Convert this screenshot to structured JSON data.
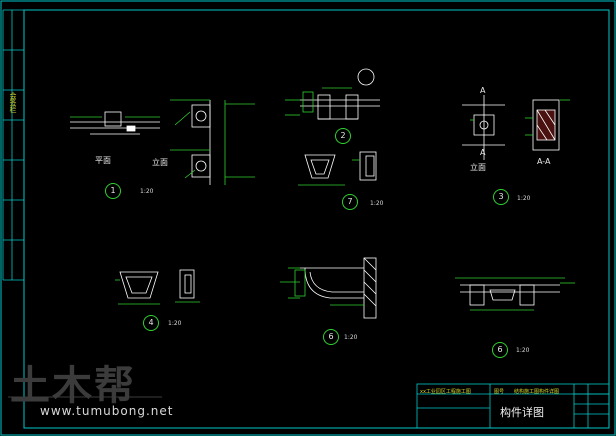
{
  "drawing": {
    "title_block_title": "构件详图",
    "title_block_project": "xx工业园区工程施工图",
    "title_block_subject": "结构施工图构件详图",
    "title_block_code": "图号",
    "side_label": "会签栏"
  },
  "details": [
    {
      "id": "d1",
      "number": "1",
      "scale": "1:20",
      "views": [
        "平面",
        "立面"
      ]
    },
    {
      "id": "d2",
      "number": "2",
      "scale": "",
      "views": []
    },
    {
      "id": "d3",
      "number": "3",
      "scale": "1:20",
      "views": [
        "立面",
        "A",
        "A",
        "A-A"
      ]
    },
    {
      "id": "d4",
      "number": "4",
      "scale": "1:20",
      "views": []
    },
    {
      "id": "d5",
      "number": "6",
      "scale": "1:20",
      "views": []
    },
    {
      "id": "d6",
      "number": "6",
      "scale": "1:20",
      "views": []
    },
    {
      "id": "d7",
      "number": "7",
      "scale": "1:20",
      "views": []
    }
  ],
  "watermark": {
    "brand": "土木帮",
    "url": "www.tumubong.net"
  },
  "colors": {
    "background": "#000000",
    "border": "#00c8c8",
    "drawing_lines": "#ffffff",
    "dimension": "#2fd12f",
    "text_yellow": "#d9d92a",
    "hatch_red": "#d83030"
  }
}
